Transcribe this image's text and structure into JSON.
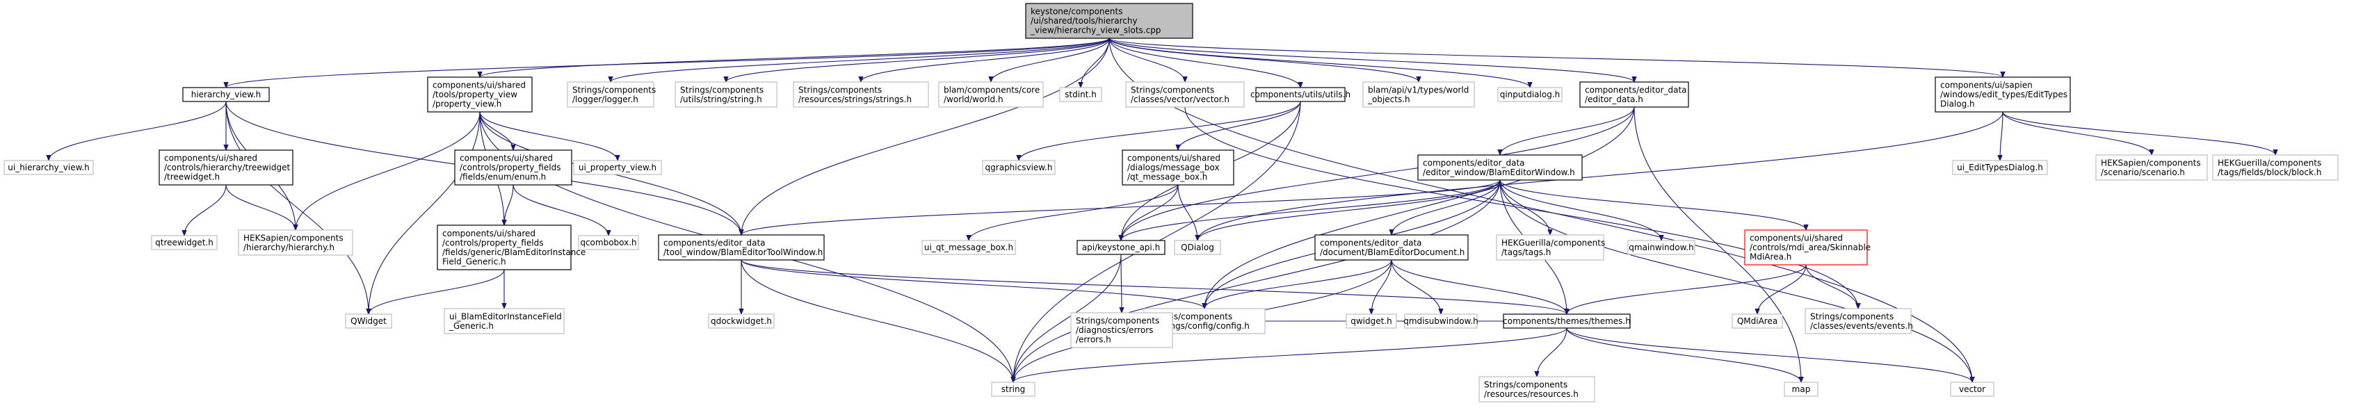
{
  "colors": {
    "edge": "#191970",
    "border_default": "#000000",
    "border_external": "#bfbfbf",
    "border_highlight": "#ff0000",
    "fill_root": "#bfbfbf",
    "fill_default": "#ffffff"
  },
  "nodes": [
    {
      "id": "root",
      "lines": [
        "keystone/components",
        "/ui/shared/tools/hierarchy",
        "_view/hierarchy_view_slots.cpp"
      ],
      "style": "root"
    },
    {
      "id": "hierarchy_view_h",
      "lines": [
        "hierarchy_view.h"
      ],
      "style": "default"
    },
    {
      "id": "property_view_h",
      "lines": [
        "components/ui/shared",
        "/tools/property_view",
        "/property_view.h"
      ],
      "style": "default"
    },
    {
      "id": "logger_h",
      "lines": [
        "Strings/components",
        "/logger/logger.h"
      ],
      "style": "external"
    },
    {
      "id": "string_h",
      "lines": [
        "Strings/components",
        "/utils/string/string.h"
      ],
      "style": "external"
    },
    {
      "id": "strings_h",
      "lines": [
        "Strings/components",
        "/resources/strings/strings.h"
      ],
      "style": "external"
    },
    {
      "id": "world_h",
      "lines": [
        "blam/components/core",
        "/world/world.h"
      ],
      "style": "external"
    },
    {
      "id": "stdint_h",
      "lines": [
        "stdint.h"
      ],
      "style": "external"
    },
    {
      "id": "vector_h",
      "lines": [
        "Strings/components",
        "/classes/vector/vector.h"
      ],
      "style": "external"
    },
    {
      "id": "utils_h",
      "lines": [
        "components/utils/utils.h"
      ],
      "style": "default"
    },
    {
      "id": "world_objects_h",
      "lines": [
        "blam/api/v1/types/world",
        "_objects.h"
      ],
      "style": "external"
    },
    {
      "id": "qinputdialog_h",
      "lines": [
        "qinputdialog.h"
      ],
      "style": "external"
    },
    {
      "id": "editor_data_h",
      "lines": [
        "components/editor_data",
        "/editor_data.h"
      ],
      "style": "default"
    },
    {
      "id": "edit_types_dialog_h",
      "lines": [
        "components/ui/sapien",
        "/windows/edit_types/EditTypes",
        "Dialog.h"
      ],
      "style": "default"
    },
    {
      "id": "ui_hierarchy_view_h",
      "lines": [
        "ui_hierarchy_view.h"
      ],
      "style": "external"
    },
    {
      "id": "treewidget_h",
      "lines": [
        "components/ui/shared",
        "/controls/hierarchy/treewidget",
        "/treewidget.h"
      ],
      "style": "default"
    },
    {
      "id": "enum_h",
      "lines": [
        "components/ui/shared",
        "/controls/property_fields",
        "/fields/enum/enum.h"
      ],
      "style": "default"
    },
    {
      "id": "ui_property_view_h",
      "lines": [
        "ui_property_view.h"
      ],
      "style": "external"
    },
    {
      "id": "message_box_h",
      "lines": [
        "components/ui/shared",
        "/dialogs/message_box",
        "/qt_message_box.h"
      ],
      "style": "default"
    },
    {
      "id": "qgraphicsview_h",
      "lines": [
        "qgraphicsview.h"
      ],
      "style": "external"
    },
    {
      "id": "ui_edit_types_dialog_h",
      "lines": [
        "ui_EditTypesDialog.h"
      ],
      "style": "external"
    },
    {
      "id": "scenario_h",
      "lines": [
        "HEKSapien/components",
        "/scenario/scenario.h"
      ],
      "style": "external"
    },
    {
      "id": "block_h",
      "lines": [
        "HEKGuerilla/components",
        "/tags/fields/block/block.h"
      ],
      "style": "external"
    },
    {
      "id": "blam_editor_window_h",
      "lines": [
        "components/editor_data",
        "/editor_window/BlamEditorWindow.h"
      ],
      "style": "default"
    },
    {
      "id": "qtreewidget_h",
      "lines": [
        "qtreewidget.h"
      ],
      "style": "external"
    },
    {
      "id": "hierarchy_h",
      "lines": [
        "HEKSapien/components",
        "/hierarchy/hierarchy.h"
      ],
      "style": "external"
    },
    {
      "id": "instance_field_generic_h",
      "lines": [
        "components/ui/shared",
        "/controls/property_fields",
        "/fields/generic/BlamEditorInstance",
        "Field_Generic.h"
      ],
      "style": "default"
    },
    {
      "id": "qcombobox_h",
      "lines": [
        "qcombobox.h"
      ],
      "style": "external"
    },
    {
      "id": "tool_window_h",
      "lines": [
        "components/editor_data",
        "/tool_window/BlamEditorToolWindow.h"
      ],
      "style": "default"
    },
    {
      "id": "ui_qt_message_box_h",
      "lines": [
        "ui_qt_message_box.h"
      ],
      "style": "external"
    },
    {
      "id": "keystone_api_h",
      "lines": [
        "api/keystone_api.h"
      ],
      "style": "default"
    },
    {
      "id": "qdialog_h",
      "lines": [
        "QDialog"
      ],
      "style": "external"
    },
    {
      "id": "blam_editor_document_h",
      "lines": [
        "components/editor_data",
        "/document/BlamEditorDocument.h"
      ],
      "style": "default"
    },
    {
      "id": "tags_h",
      "lines": [
        "HEKGuerilla/components",
        "/tags/tags.h"
      ],
      "style": "external"
    },
    {
      "id": "qmainwindow_h",
      "lines": [
        "qmainwindow.h"
      ],
      "style": "external"
    },
    {
      "id": "skinnable_mdi_area_h",
      "lines": [
        "components/ui/shared",
        "/controls/mdi_area/Skinnable",
        "MdiArea.h"
      ],
      "style": "highlight"
    },
    {
      "id": "qwidget_caps",
      "lines": [
        "QWidget"
      ],
      "style": "external"
    },
    {
      "id": "ui_instance_field_generic_h",
      "lines": [
        "ui_BlamEditorInstanceField",
        "_Generic.h"
      ],
      "style": "external"
    },
    {
      "id": "qdockwidget_h",
      "lines": [
        "qdockwidget.h"
      ],
      "style": "external"
    },
    {
      "id": "config_h",
      "lines": [
        "Strings/components",
        "/settings/config/config.h"
      ],
      "style": "external"
    },
    {
      "id": "errors_h",
      "lines": [
        "Strings/components",
        "/diagnostics/errors",
        "/errors.h"
      ],
      "style": "external"
    },
    {
      "id": "qwidget_h",
      "lines": [
        "qwidget.h"
      ],
      "style": "external"
    },
    {
      "id": "qmdisubwindow_h",
      "lines": [
        "qmdisubwindow.h"
      ],
      "style": "external"
    },
    {
      "id": "themes_h",
      "lines": [
        "components/themes/themes.h"
      ],
      "style": "default"
    },
    {
      "id": "qmdiarea",
      "lines": [
        "QMdiArea"
      ],
      "style": "external"
    },
    {
      "id": "events_h",
      "lines": [
        "Strings/components",
        "/classes/events/events.h"
      ],
      "style": "external"
    },
    {
      "id": "string",
      "lines": [
        "string"
      ],
      "style": "external"
    },
    {
      "id": "resources_h",
      "lines": [
        "Strings/components",
        "/resources/resources.h"
      ],
      "style": "external"
    },
    {
      "id": "map",
      "lines": [
        "map"
      ],
      "style": "external"
    },
    {
      "id": "vector",
      "lines": [
        "vector"
      ],
      "style": "external"
    }
  ],
  "edges": [
    [
      "root",
      "hierarchy_view_h"
    ],
    [
      "root",
      "property_view_h"
    ],
    [
      "root",
      "logger_h"
    ],
    [
      "root",
      "string_h"
    ],
    [
      "root",
      "strings_h"
    ],
    [
      "root",
      "world_h"
    ],
    [
      "root",
      "stdint_h"
    ],
    [
      "root",
      "vector_h"
    ],
    [
      "root",
      "utils_h"
    ],
    [
      "root",
      "world_objects_h"
    ],
    [
      "root",
      "qinputdialog_h"
    ],
    [
      "root",
      "editor_data_h"
    ],
    [
      "root",
      "edit_types_dialog_h"
    ],
    [
      "root",
      "vector"
    ],
    [
      "root",
      "tool_window_h"
    ],
    [
      "hierarchy_view_h",
      "ui_hierarchy_view_h"
    ],
    [
      "hierarchy_view_h",
      "treewidget_h"
    ],
    [
      "hierarchy_view_h",
      "qwidget_caps"
    ],
    [
      "hierarchy_view_h",
      "hierarchy_h"
    ],
    [
      "hierarchy_view_h",
      "tool_window_h"
    ],
    [
      "treewidget_h",
      "qtreewidget_h"
    ],
    [
      "treewidget_h",
      "hierarchy_h"
    ],
    [
      "property_view_h",
      "enum_h"
    ],
    [
      "property_view_h",
      "ui_property_view_h"
    ],
    [
      "property_view_h",
      "instance_field_generic_h"
    ],
    [
      "property_view_h",
      "qwidget_caps"
    ],
    [
      "property_view_h",
      "hierarchy_h"
    ],
    [
      "property_view_h",
      "tool_window_h"
    ],
    [
      "property_view_h",
      "string"
    ],
    [
      "enum_h",
      "instance_field_generic_h"
    ],
    [
      "enum_h",
      "qcombobox_h"
    ],
    [
      "instance_field_generic_h",
      "qwidget_caps"
    ],
    [
      "instance_field_generic_h",
      "ui_instance_field_generic_h"
    ],
    [
      "utils_h",
      "qgraphicsview_h"
    ],
    [
      "utils_h",
      "message_box_h"
    ],
    [
      "utils_h",
      "keystone_api_h"
    ],
    [
      "utils_h",
      "string"
    ],
    [
      "message_box_h",
      "ui_qt_message_box_h"
    ],
    [
      "message_box_h",
      "keystone_api_h"
    ],
    [
      "message_box_h",
      "qdialog_h"
    ],
    [
      "editor_data_h",
      "blam_editor_window_h"
    ],
    [
      "editor_data_h",
      "keystone_api_h"
    ],
    [
      "editor_data_h",
      "config_h"
    ],
    [
      "editor_data_h",
      "map"
    ],
    [
      "edit_types_dialog_h",
      "ui_edit_types_dialog_h"
    ],
    [
      "edit_types_dialog_h",
      "scenario_h"
    ],
    [
      "edit_types_dialog_h",
      "block_h"
    ],
    [
      "edit_types_dialog_h",
      "qdialog_h"
    ],
    [
      "blam_editor_window_h",
      "tool_window_h"
    ],
    [
      "blam_editor_window_h",
      "keystone_api_h"
    ],
    [
      "blam_editor_window_h",
      "qdialog_h"
    ],
    [
      "blam_editor_window_h",
      "blam_editor_document_h"
    ],
    [
      "blam_editor_window_h",
      "tags_h"
    ],
    [
      "blam_editor_window_h",
      "qmainwindow_h"
    ],
    [
      "blam_editor_window_h",
      "skinnable_mdi_area_h"
    ],
    [
      "blam_editor_window_h",
      "config_h"
    ],
    [
      "blam_editor_window_h",
      "themes_h"
    ],
    [
      "blam_editor_window_h",
      "vector"
    ],
    [
      "blam_editor_window_h",
      "string"
    ],
    [
      "tool_window_h",
      "qdockwidget_h"
    ],
    [
      "tool_window_h",
      "config_h"
    ],
    [
      "tool_window_h",
      "themes_h"
    ],
    [
      "tool_window_h",
      "string"
    ],
    [
      "keystone_api_h",
      "errors_h"
    ],
    [
      "keystone_api_h",
      "string"
    ],
    [
      "blam_editor_document_h",
      "qwidget_h"
    ],
    [
      "blam_editor_document_h",
      "qmdisubwindow_h"
    ],
    [
      "blam_editor_document_h",
      "themes_h"
    ],
    [
      "blam_editor_document_h",
      "config_h"
    ],
    [
      "blam_editor_document_h",
      "string"
    ],
    [
      "skinnable_mdi_area_h",
      "qmdiarea"
    ],
    [
      "skinnable_mdi_area_h",
      "events_h"
    ],
    [
      "skinnable_mdi_area_h",
      "themes_h"
    ],
    [
      "themes_h",
      "string"
    ],
    [
      "themes_h",
      "resources_h"
    ],
    [
      "themes_h",
      "map"
    ],
    [
      "themes_h",
      "vector"
    ],
    [
      "themes_h",
      "config_h"
    ],
    [
      "vector_h",
      "events_h"
    ]
  ]
}
